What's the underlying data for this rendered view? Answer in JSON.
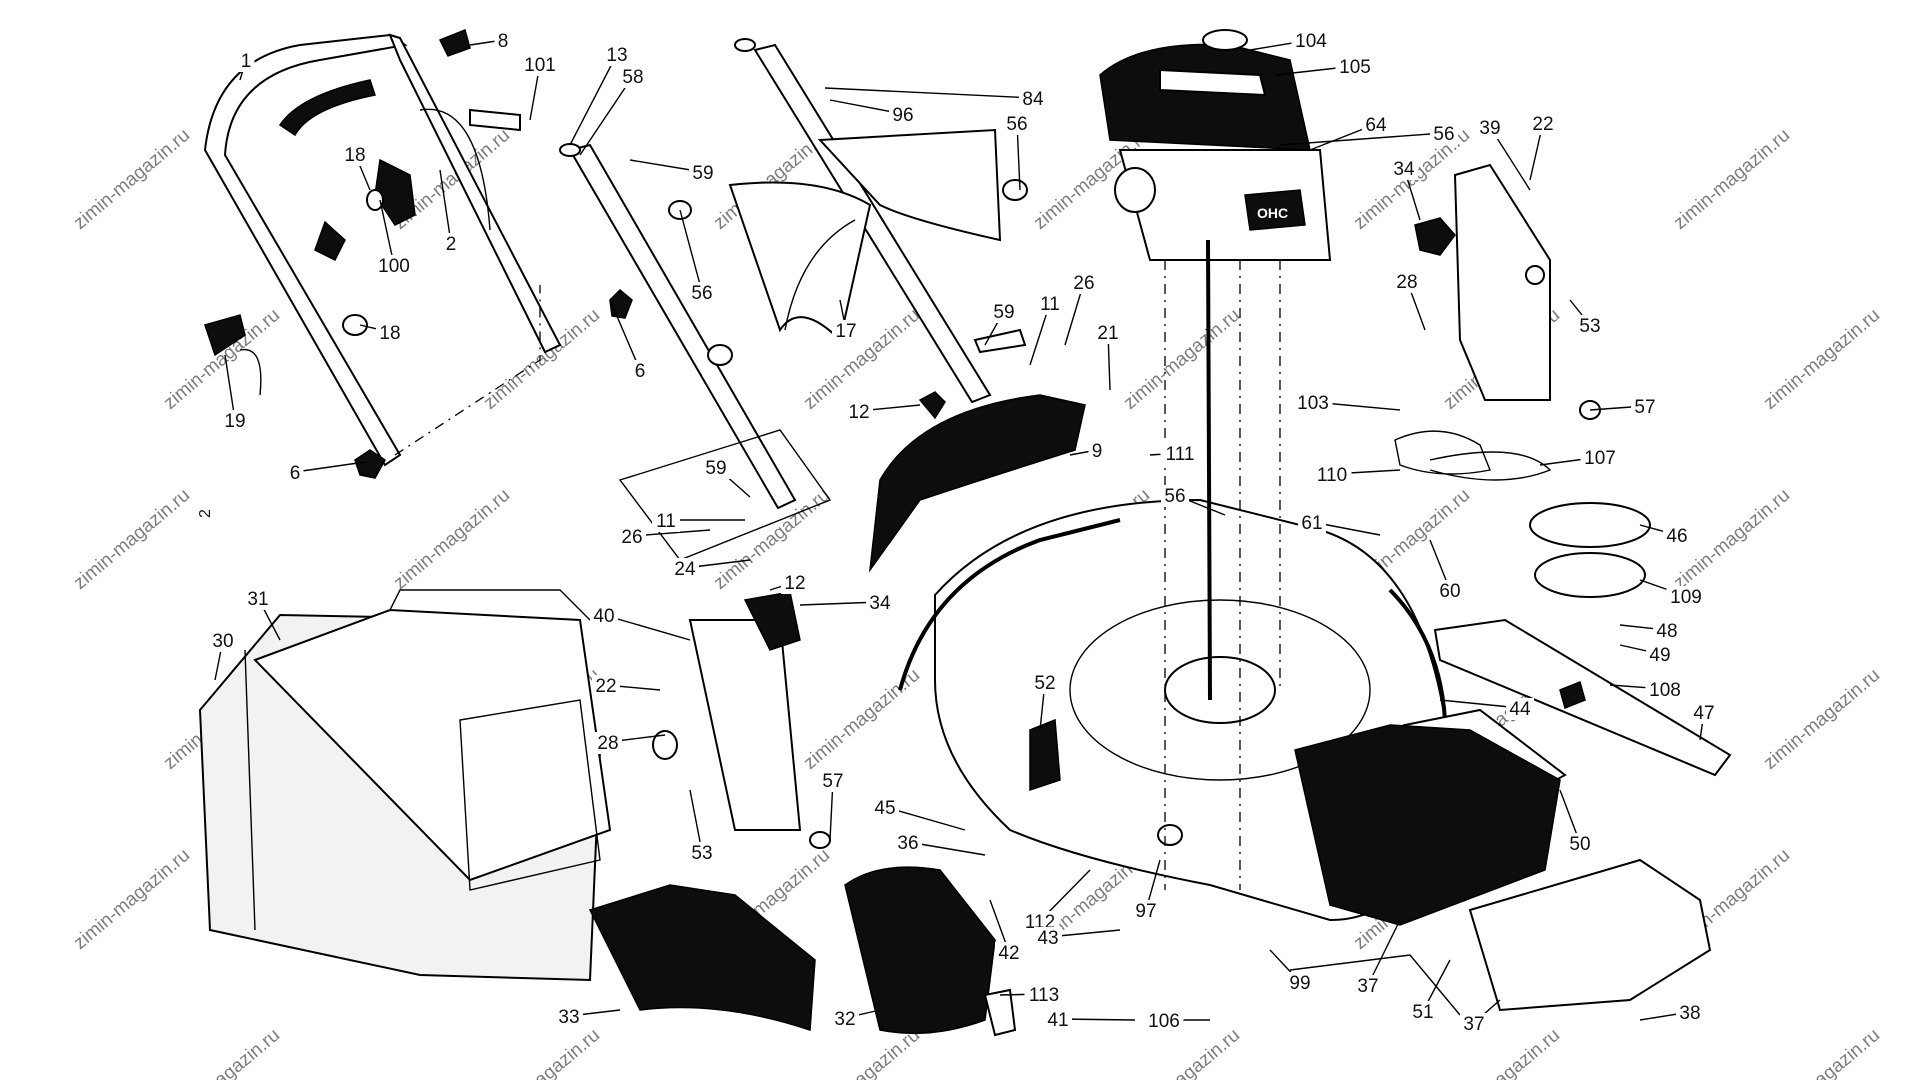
{
  "watermark": "zimin-magazin.ru",
  "side_mark": "2",
  "engine_logo": "OHC",
  "callouts": [
    {
      "t": "1"
    },
    {
      "t": "8"
    },
    {
      "t": "101"
    },
    {
      "t": "18"
    },
    {
      "t": "2"
    },
    {
      "t": "100"
    },
    {
      "t": "18"
    },
    {
      "t": "19"
    },
    {
      "t": "6"
    },
    {
      "t": "13"
    },
    {
      "t": "58"
    },
    {
      "t": "59"
    },
    {
      "t": "6"
    },
    {
      "t": "84"
    },
    {
      "t": "96"
    },
    {
      "t": "56"
    },
    {
      "t": "56"
    },
    {
      "t": "17"
    },
    {
      "t": "59"
    },
    {
      "t": "11"
    },
    {
      "t": "26"
    },
    {
      "t": "21"
    },
    {
      "t": "12"
    },
    {
      "t": "9"
    },
    {
      "t": "111"
    },
    {
      "t": "56"
    },
    {
      "t": "59"
    },
    {
      "t": "11"
    },
    {
      "t": "26"
    },
    {
      "t": "24"
    },
    {
      "t": "12"
    },
    {
      "t": "34"
    },
    {
      "t": "40"
    },
    {
      "t": "22"
    },
    {
      "t": "28"
    },
    {
      "t": "57"
    },
    {
      "t": "53"
    },
    {
      "t": "31"
    },
    {
      "t": "30"
    },
    {
      "t": "104"
    },
    {
      "t": "105"
    },
    {
      "t": "64"
    },
    {
      "t": "56"
    },
    {
      "t": "39"
    },
    {
      "t": "22"
    },
    {
      "t": "34"
    },
    {
      "t": "28"
    },
    {
      "t": "53"
    },
    {
      "t": "57"
    },
    {
      "t": "103"
    },
    {
      "t": "110"
    },
    {
      "t": "107"
    },
    {
      "t": "61"
    },
    {
      "t": "60"
    },
    {
      "t": "46"
    },
    {
      "t": "109"
    },
    {
      "t": "48"
    },
    {
      "t": "49"
    },
    {
      "t": "108"
    },
    {
      "t": "44"
    },
    {
      "t": "47"
    },
    {
      "t": "50"
    },
    {
      "t": "52"
    },
    {
      "t": "45"
    },
    {
      "t": "36"
    },
    {
      "t": "42"
    },
    {
      "t": "112"
    },
    {
      "t": "43"
    },
    {
      "t": "97"
    },
    {
      "t": "99"
    },
    {
      "t": "37"
    },
    {
      "t": "51"
    },
    {
      "t": "37"
    },
    {
      "t": "38"
    },
    {
      "t": "33"
    },
    {
      "t": "32"
    },
    {
      "t": "113"
    },
    {
      "t": "41"
    },
    {
      "t": "106"
    }
  ]
}
